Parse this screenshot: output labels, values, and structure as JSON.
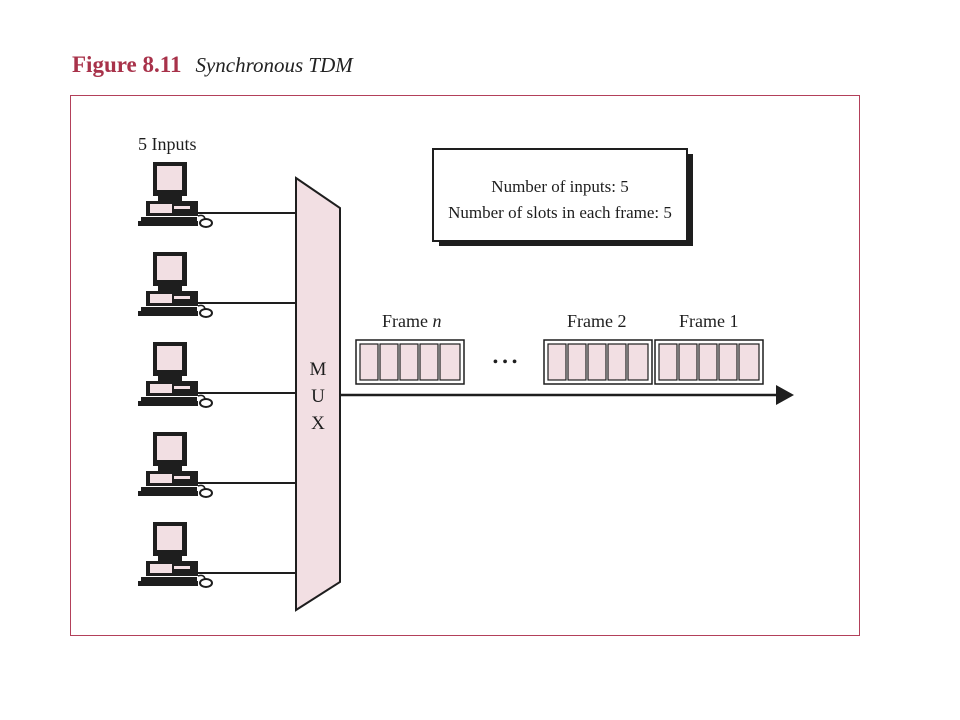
{
  "figure": {
    "number": "Figure 8.11",
    "title": "Synchronous TDM"
  },
  "inputs_label": "5 Inputs",
  "mux_label": [
    "M",
    "U",
    "X"
  ],
  "info_box": {
    "line1": "Number of inputs: 5",
    "line2": "Number of slots in each frame: 5"
  },
  "frames": [
    {
      "label_prefix": "Frame ",
      "label_suffix": "n"
    },
    {
      "label_prefix": "Frame 2",
      "label_suffix": ""
    },
    {
      "label_prefix": "Frame 1",
      "label_suffix": ""
    }
  ],
  "ellipsis": "•  •  •",
  "colors": {
    "accent": "#a8324a",
    "border": "#b3405a",
    "pink_fill": "#f2dfe3",
    "dark": "#1e1e1e"
  }
}
